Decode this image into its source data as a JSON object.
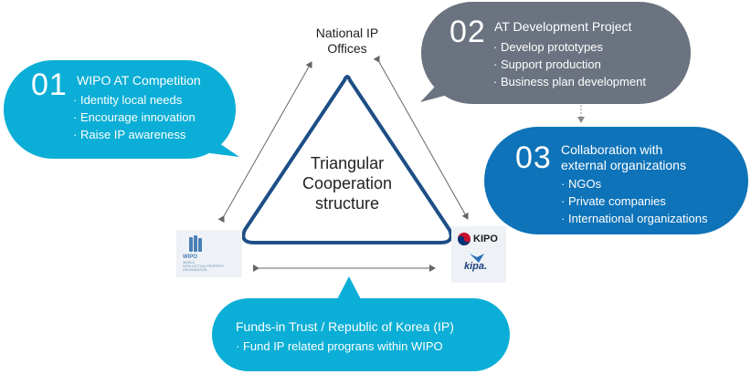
{
  "diagram": {
    "center_label": [
      "Triangular",
      "Cooperation",
      "structure"
    ],
    "top_node": [
      "National IP",
      "Offices"
    ],
    "bubble_01": {
      "number": "01",
      "title": "WIPO AT Competition",
      "items": [
        "Identity local needs",
        "Encourage innovation",
        "Raise IP awareness"
      ],
      "color": "#0aaed6"
    },
    "bubble_02": {
      "number": "02",
      "title": "AT Development Project",
      "items": [
        "Develop prototypes",
        "Support production",
        "Business plan development"
      ],
      "color": "#6b7380"
    },
    "bubble_03": {
      "number": "03",
      "title_lines": [
        "Collaboration with",
        "external organizations"
      ],
      "items": [
        "NGOs",
        "Private companies",
        "International organizations"
      ],
      "color": "#0e73b8"
    },
    "bubble_fund": {
      "title": "Funds-in Trust / Republic of Korea (IP)",
      "items": [
        "Fund IP related prograns within WIPO"
      ],
      "color": "#0aaed6"
    },
    "logos": {
      "wipo": {
        "name": "WIPO",
        "subtitle": [
          "WORLD",
          "INTELLECTUAL PROPERTY",
          "ORGANIZATION"
        ]
      },
      "kipo": {
        "name": "KIPO"
      },
      "kipa": {
        "name": "kipa."
      }
    }
  }
}
